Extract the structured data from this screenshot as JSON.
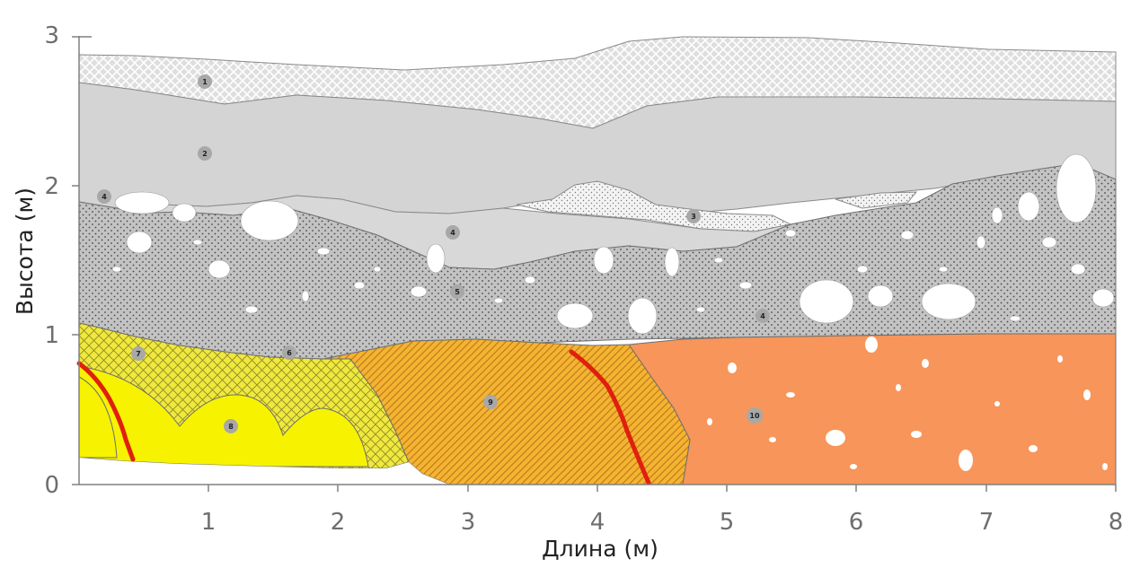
{
  "axes": {
    "x_title": "Длина (м)",
    "y_title": "Высота (м)",
    "x_ticks": [
      "1",
      "2",
      "3",
      "4",
      "5",
      "6",
      "7",
      "8"
    ],
    "y_ticks": [
      "0",
      "1",
      "2",
      "3"
    ]
  },
  "layers": [
    {
      "id": "1",
      "pattern": "crosshatch",
      "color": "#dcdcdc"
    },
    {
      "id": "2",
      "pattern": "solid",
      "color": "#d2d2d2"
    },
    {
      "id": "3",
      "pattern": "fine-dots",
      "color": "#f2f2f2"
    },
    {
      "id": "4",
      "pattern": "solid",
      "color": "#d7d7d7"
    },
    {
      "id": "5",
      "pattern": "dotted-gravel",
      "color": "#c4c4c4"
    },
    {
      "id": "6",
      "pattern": "dotted-gravel",
      "color": "#bfbfbf"
    },
    {
      "id": "7",
      "pattern": "crosshatch",
      "color": "#f2e93a"
    },
    {
      "id": "8",
      "pattern": "solid",
      "color": "#f7f200"
    },
    {
      "id": "9",
      "pattern": "diagonal-hatch",
      "color": "#f2b32e"
    },
    {
      "id": "10",
      "pattern": "solid-pebbles",
      "color": "#f79455"
    }
  ],
  "markers": [
    {
      "label": "1"
    },
    {
      "label": "2"
    },
    {
      "label": "4"
    },
    {
      "label": "4"
    },
    {
      "label": "3"
    },
    {
      "label": "5"
    },
    {
      "label": "4"
    },
    {
      "label": "6"
    },
    {
      "label": "7"
    },
    {
      "label": "8"
    },
    {
      "label": "9"
    },
    {
      "label": "10"
    }
  ],
  "colors": {
    "axis": "#808080",
    "fault_line": "#e0200e",
    "boundary": "#6f6f6f"
  }
}
